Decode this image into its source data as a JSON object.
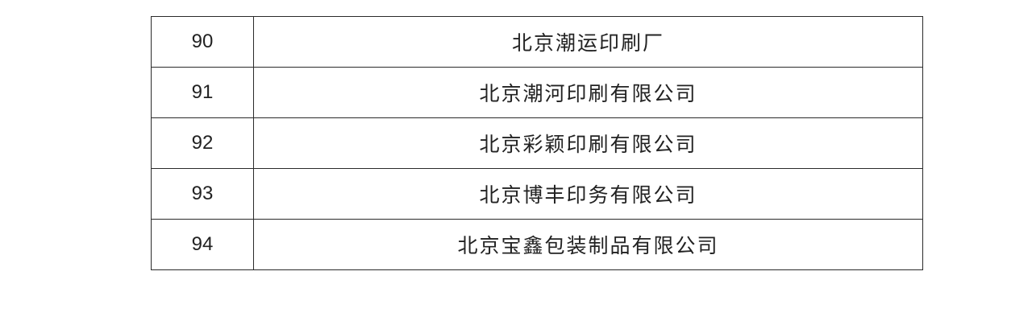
{
  "table": {
    "rows": [
      {
        "number": "90",
        "company": "北京潮运印刷厂"
      },
      {
        "number": "91",
        "company": "北京潮河印刷有限公司"
      },
      {
        "number": "92",
        "company": "北京彩颖印刷有限公司"
      },
      {
        "number": "93",
        "company": "北京博丰印务有限公司"
      },
      {
        "number": "94",
        "company": "北京宝鑫包装制品有限公司"
      }
    ]
  }
}
